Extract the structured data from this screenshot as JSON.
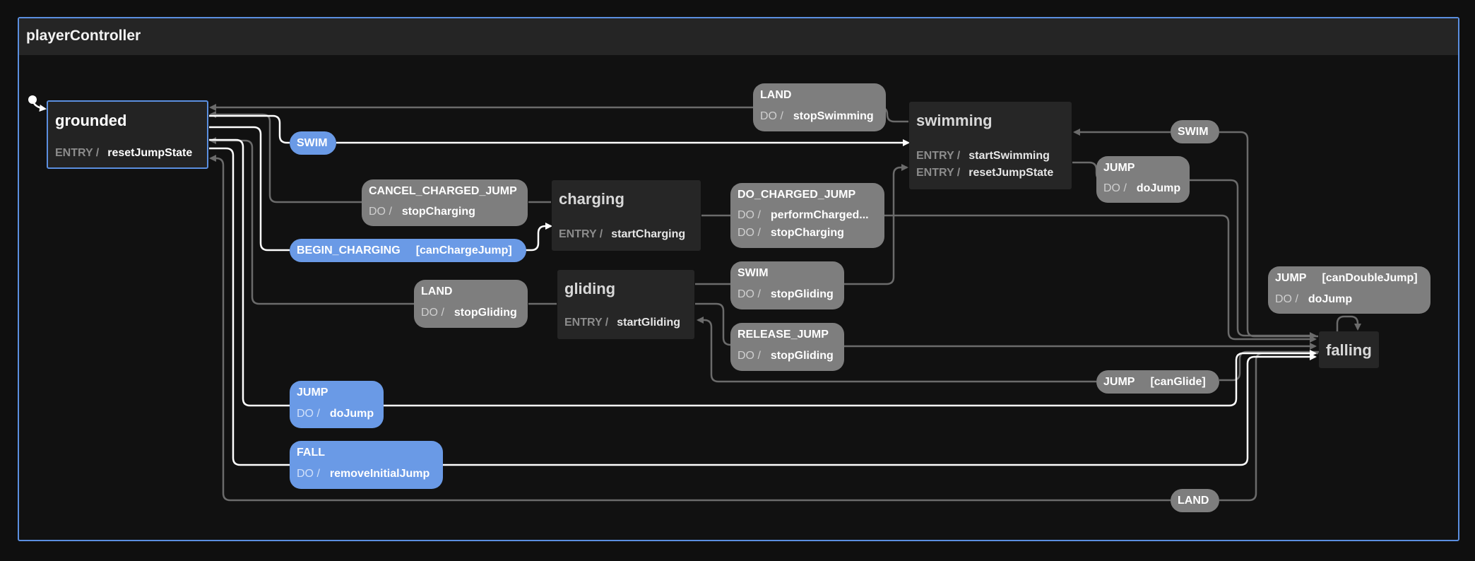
{
  "machine": {
    "title": "playerController"
  },
  "states": {
    "grounded": {
      "name": "grounded",
      "rows": [
        {
          "kw": "ENTRY /",
          "action": "resetJumpState"
        }
      ]
    },
    "swimming": {
      "name": "swimming",
      "rows": [
        {
          "kw": "ENTRY /",
          "action": "startSwimming"
        },
        {
          "kw": "ENTRY /",
          "action": "resetJumpState"
        }
      ]
    },
    "charging": {
      "name": "charging",
      "rows": [
        {
          "kw": "ENTRY /",
          "action": "startCharging"
        }
      ]
    },
    "gliding": {
      "name": "gliding",
      "rows": [
        {
          "kw": "ENTRY /",
          "action": "startGliding"
        }
      ]
    },
    "falling": {
      "name": "falling"
    }
  },
  "events": {
    "grounded_swim": {
      "name": "SWIM"
    },
    "swimming_land": {
      "name": "LAND",
      "kw": "DO /",
      "action": "stopSwimming"
    },
    "cancel_charged": {
      "name": "CANCEL_CHARGED_JUMP",
      "kw": "DO /",
      "action": "stopCharging"
    },
    "begin_charging": {
      "name": "BEGIN_CHARGING",
      "guard": "[canChargeJump]"
    },
    "do_charged": {
      "name": "DO_CHARGED_JUMP",
      "rows": [
        {
          "kw": "DO /",
          "action": "performCharged..."
        },
        {
          "kw": "DO /",
          "action": "stopCharging"
        }
      ]
    },
    "gliding_land": {
      "name": "LAND",
      "kw": "DO /",
      "action": "stopGliding"
    },
    "gliding_swim": {
      "name": "SWIM",
      "kw": "DO /",
      "action": "stopGliding"
    },
    "release_jump": {
      "name": "RELEASE_JUMP",
      "kw": "DO /",
      "action": "stopGliding"
    },
    "falling_swim": {
      "name": "SWIM"
    },
    "swimming_jump": {
      "name": "JUMP",
      "kw": "DO /",
      "action": "doJump"
    },
    "double_jump": {
      "name": "JUMP",
      "guard": "[canDoubleJump]",
      "kw": "DO /",
      "action": "doJump"
    },
    "glide_jump": {
      "name": "JUMP",
      "guard": "[canGlide]"
    },
    "grounded_jump": {
      "name": "JUMP",
      "kw": "DO /",
      "action": "doJump"
    },
    "grounded_fall": {
      "name": "FALL",
      "kw": "DO /",
      "action": "removeInitialJump"
    },
    "falling_land": {
      "name": "LAND"
    }
  },
  "colors": {
    "active_border": "#5b8fe0",
    "active_event": "#6a9ae6",
    "event": "#7e7e7e",
    "state_bg": "#262626",
    "edge": "#6b6b6b",
    "active_edge": "#ffffff"
  }
}
